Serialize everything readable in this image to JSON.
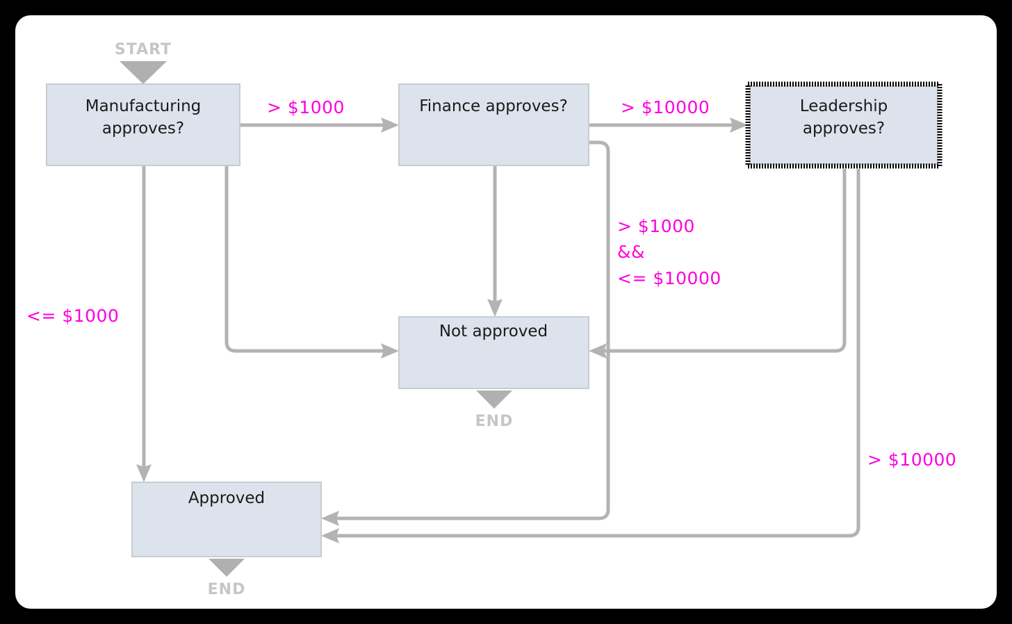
{
  "canvas": {
    "background": "#000000",
    "surface": "#ffffff",
    "node_fill": "#dde3ec",
    "node_stroke": "#c8ccd2",
    "edge_color": "#b3b3b3",
    "label_color": "#ff00dd",
    "terminal_color": "#c6c6c6"
  },
  "terminals": {
    "start": "START",
    "end_not_approved": "END",
    "end_approved": "END"
  },
  "nodes": [
    {
      "id": "manufacturing",
      "line1": "Manufacturing",
      "line2": "approves?",
      "selected": false
    },
    {
      "id": "finance",
      "line1": "Finance approves?",
      "line2": "",
      "selected": false
    },
    {
      "id": "leadership",
      "line1": "Leadership",
      "line2": "approves?",
      "selected": true
    },
    {
      "id": "not-approved",
      "line1": "Not approved",
      "line2": "",
      "selected": false
    },
    {
      "id": "approved",
      "line1": "Approved",
      "line2": "",
      "selected": false
    }
  ],
  "edge_labels": {
    "mfg_to_finance": "> $1000",
    "mfg_to_approved": "<= $1000",
    "finance_to_leadership": "> $10000",
    "finance_to_approved_line1": "> $1000",
    "finance_to_approved_line2": "&&",
    "finance_to_approved_line3": "<= $10000",
    "leadership_to_approved": "> $10000"
  }
}
